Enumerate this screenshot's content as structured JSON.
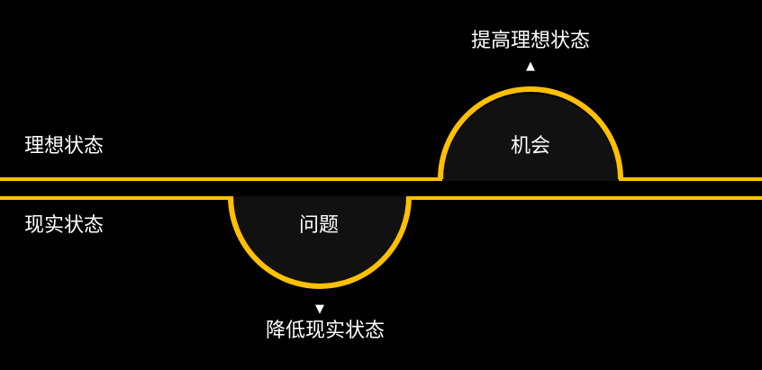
{
  "colors": {
    "background": "#000000",
    "accent": "#FFC000",
    "shape_fill": "#111111",
    "text": "#FFFFFF"
  },
  "labels": {
    "ideal_state": "理想状态",
    "real_state": "现实状态",
    "opportunity": "机会",
    "problem": "问题",
    "raise_ideal": "提高理想状态",
    "lower_real": "降低现实状态"
  },
  "arrows": {
    "up": "▲",
    "down": "▼"
  }
}
